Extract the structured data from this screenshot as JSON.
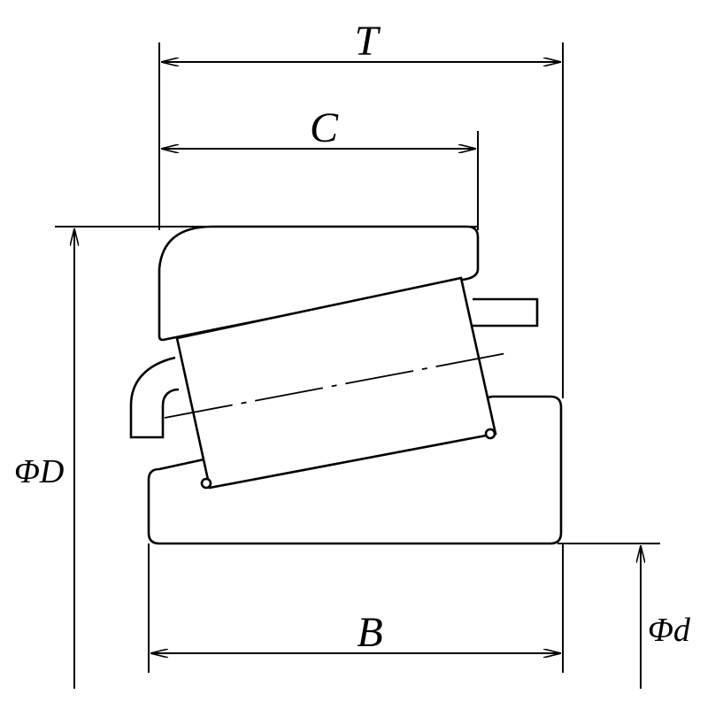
{
  "labels": {
    "T": "T",
    "C": "C",
    "B": "B",
    "phi_D": "ΦD",
    "phi_d": "Φd"
  },
  "colors": {
    "line": "#000000",
    "background": "#ffffff"
  }
}
